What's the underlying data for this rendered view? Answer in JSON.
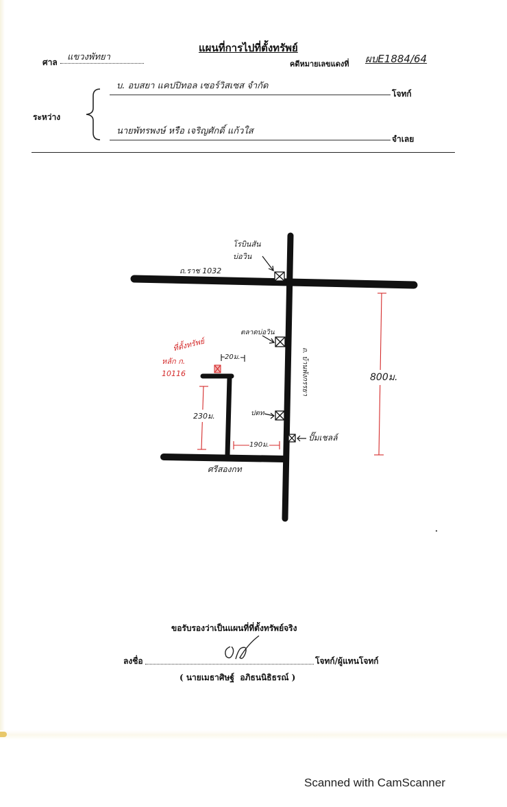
{
  "header": {
    "title": "แผนที่การไปที่ตั้งทรัพย์",
    "court_label": "ศาล",
    "court_name": "แขวงพัทยา",
    "case_no_label": "คดีหมายเลขแดงที่",
    "case_no_value": "ผบE1884/64",
    "between_label": "ระหว่าง",
    "plaintiff_name": "บ. อบสยา แคปปิทอล เซอร์วิสเซส จำกัด",
    "plaintiff_label": "โจทก์",
    "defendant_name": "นายพัทรพงษ์ หรือ เจริญศักดิ์ แก้วใส",
    "defendant_label": "จำเลย"
  },
  "map": {
    "road_top_label": "ถ.ราช 1032",
    "robinson_label": "โรบินสัน\nบ่อวิน",
    "market_label": "ตลาดบ่อวิน",
    "road_vertical_label": "ถ. บ้านพังกรรยา",
    "property_label": "ที่ตั้งทรัพย์",
    "deed_label": "หลัก ก.\n10116",
    "dist_top_label": "20ม.",
    "dist_left_label": "230ม.",
    "dist_bottom_label": "190ม.",
    "dist_right_label": "800ม.",
    "school_label": "ปตท",
    "pump_label": "ปั๊มเชลล์",
    "bottom_road_label": "ศรีสองกท"
  },
  "certification": {
    "statement": "ขอรับรองว่าเป็นแผนที่ที่ตั้งทรัพย์จริง",
    "sign_label": "ลงชื่อ",
    "signer_role": "โจทก์/ผู้แทนโจทก์",
    "signer_name": "( นายเมธาศิษฐ์  อภิธนนิธิธรณ์ )"
  },
  "footer": {
    "scanner_text": "Scanned with CamScanner"
  }
}
